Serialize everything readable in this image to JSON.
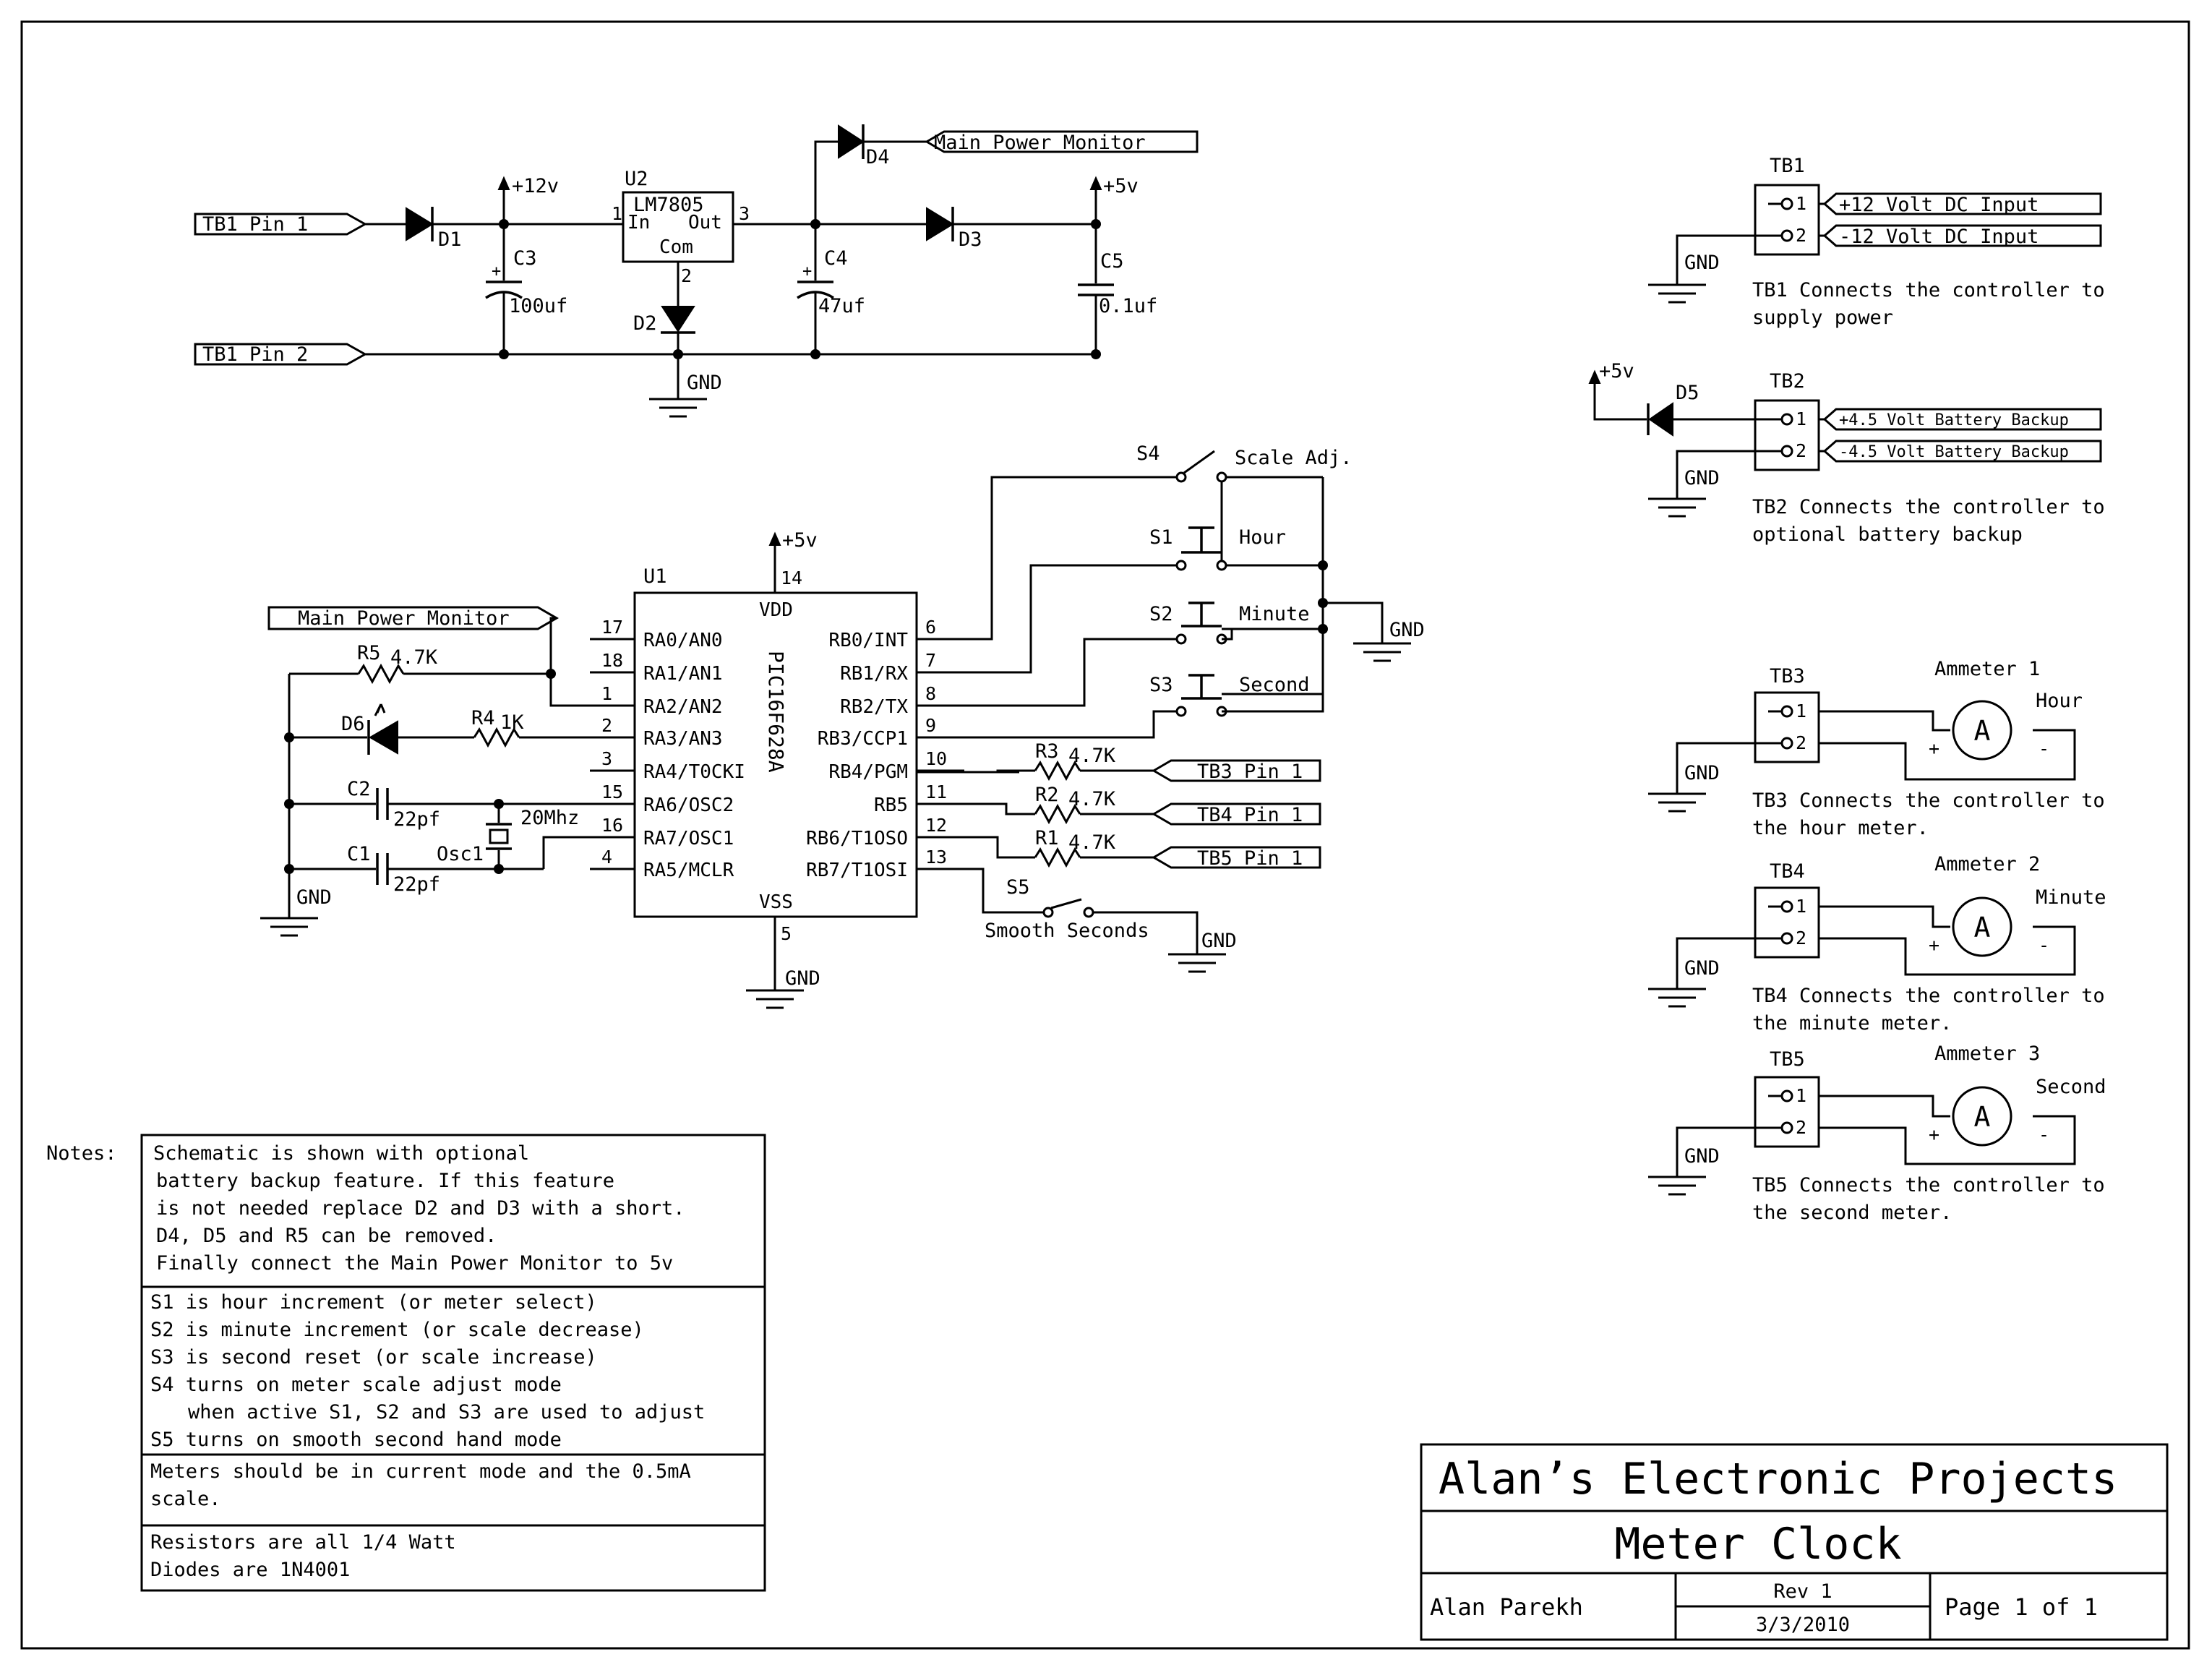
{
  "title_block": {
    "company": "Alan’s Electronic Projects",
    "project": "Meter Clock",
    "author": "Alan Parekh",
    "rev": "Rev 1",
    "date": "3/3/2010",
    "page": "Page 1 of 1"
  },
  "notes": {
    "label": "Notes:",
    "block1": [
      "Schematic is shown with optional",
      "battery backup feature. If this feature",
      "is not needed replace D2 and D3 with a short.",
      "D4, D5 and R5 can be removed.",
      "Finally connect the Main Power Monitor to 5v"
    ],
    "block2": [
      "S1 is hour increment (or meter select)",
      "S2 is minute increment (or scale decrease)",
      "S3 is second reset (or scale increase)",
      "S4 turns on meter scale adjust mode",
      "when active S1, S2 and S3 are used to adjust",
      "S5 turns on smooth second hand mode"
    ],
    "block3": [
      "Meters should be in current mode and the 0.5mA",
      "scale."
    ],
    "block4": [
      "Resistors are all 1/4 Watt",
      "Diodes are 1N4001"
    ]
  },
  "power": {
    "tb1_pin1": "TB1 Pin 1",
    "tb1_pin2": "TB1 Pin 2",
    "d1": "D1",
    "d2": "D2",
    "d3": "D3",
    "d4": "D4",
    "c3": "C3",
    "c3_val": "100uf",
    "c4": "C4",
    "c4_val": "47uf",
    "c5": "C5",
    "c5_val": "0.1uf",
    "u2": "U2",
    "u2_part": "LM7805",
    "u2_in": "In",
    "u2_out": "Out",
    "u2_com": "Com",
    "pin1": "1",
    "pin2": "2",
    "pin3": "3",
    "v12": "+12v",
    "v5": "+5v",
    "main_power_monitor": "Main Power Monitor",
    "gnd": "GND"
  },
  "mcu": {
    "ref": "U1",
    "part": "PIC16F628A",
    "vdd": "VDD",
    "vss": "VSS",
    "vdd_pin": "14",
    "vss_pin": "5",
    "supply": "+5v",
    "gnd": "GND",
    "left_pins": [
      {
        "num": "17",
        "name": "RA0/AN0"
      },
      {
        "num": "18",
        "name": "RA1/AN1"
      },
      {
        "num": "1",
        "name": "RA2/AN2"
      },
      {
        "num": "2",
        "name": "RA3/AN3"
      },
      {
        "num": "3",
        "name": "RA4/T0CKI"
      },
      {
        "num": "15",
        "name": "RA6/OSC2"
      },
      {
        "num": "16",
        "name": "RA7/OSC1"
      },
      {
        "num": "4",
        "name": "RA5/MCLR"
      }
    ],
    "right_pins": [
      {
        "num": "6",
        "name": "RB0/INT"
      },
      {
        "num": "7",
        "name": "RB1/RX"
      },
      {
        "num": "8",
        "name": "RB2/TX"
      },
      {
        "num": "9",
        "name": "RB3/CCP1"
      },
      {
        "num": "10",
        "name": "RB4/PGM"
      },
      {
        "num": "11",
        "name": "RB5"
      },
      {
        "num": "12",
        "name": "RB6/T1OSO"
      },
      {
        "num": "13",
        "name": "RB7/T1OSI"
      }
    ]
  },
  "mcu_periph": {
    "main_power_monitor": "Main Power Monitor",
    "r5": "R5",
    "r5_val": "4.7K",
    "r4": "R4",
    "r4_val": "1K",
    "d6": "D6",
    "c2": "C2",
    "c2_val": "22pf",
    "c1": "C1",
    "c1_val": "22pf",
    "osc1": "Osc1",
    "osc1_val": "20Mhz",
    "gnd": "GND",
    "r3": "R3",
    "r3_val": "4.7K",
    "r2": "R2",
    "r2_val": "4.7K",
    "r1": "R1",
    "r1_val": "4.7K",
    "tb3_pin1": "TB3 Pin 1",
    "tb4_pin1": "TB4 Pin 1",
    "tb5_pin1": "TB5 Pin 1"
  },
  "switches": {
    "s4": "S4",
    "s4_label": "Scale Adj.",
    "s1": "S1",
    "s1_label": "Hour",
    "s2": "S2",
    "s2_label": "Minute",
    "s3": "S3",
    "s3_label": "Second",
    "s5": "S5",
    "s5_label": "Smooth Seconds",
    "gnd": "GND"
  },
  "terminals": {
    "pin1": "1",
    "pin2": "2",
    "gnd": "GND",
    "plus": "+",
    "minus": "-",
    "meter_letter": "A",
    "tb1": {
      "ref": "TB1",
      "in1": "+12 Volt DC Input",
      "in2": "-12 Volt DC Input",
      "desc1": "TB1 Connects the controller to",
      "desc2": "supply power"
    },
    "tb2": {
      "ref": "TB2",
      "d5": "D5",
      "supply": "+5v",
      "in1": "+4.5 Volt Battery Backup",
      "in2": "-4.5 Volt Battery Backup",
      "desc1": "TB2 Connects the controller to",
      "desc2": "optional battery backup"
    },
    "tb3": {
      "ref": "TB3",
      "meter": "Ammeter 1",
      "name": "Hour",
      "desc1": "TB3 Connects the controller to",
      "desc2": "the hour meter."
    },
    "tb4": {
      "ref": "TB4",
      "meter": "Ammeter 2",
      "name": "Minute",
      "desc1": "TB4 Connects the controller to",
      "desc2": "the minute meter."
    },
    "tb5": {
      "ref": "TB5",
      "meter": "Ammeter 3",
      "name": "Second",
      "desc1": "TB5 Connects the controller to",
      "desc2": "the second meter."
    }
  }
}
